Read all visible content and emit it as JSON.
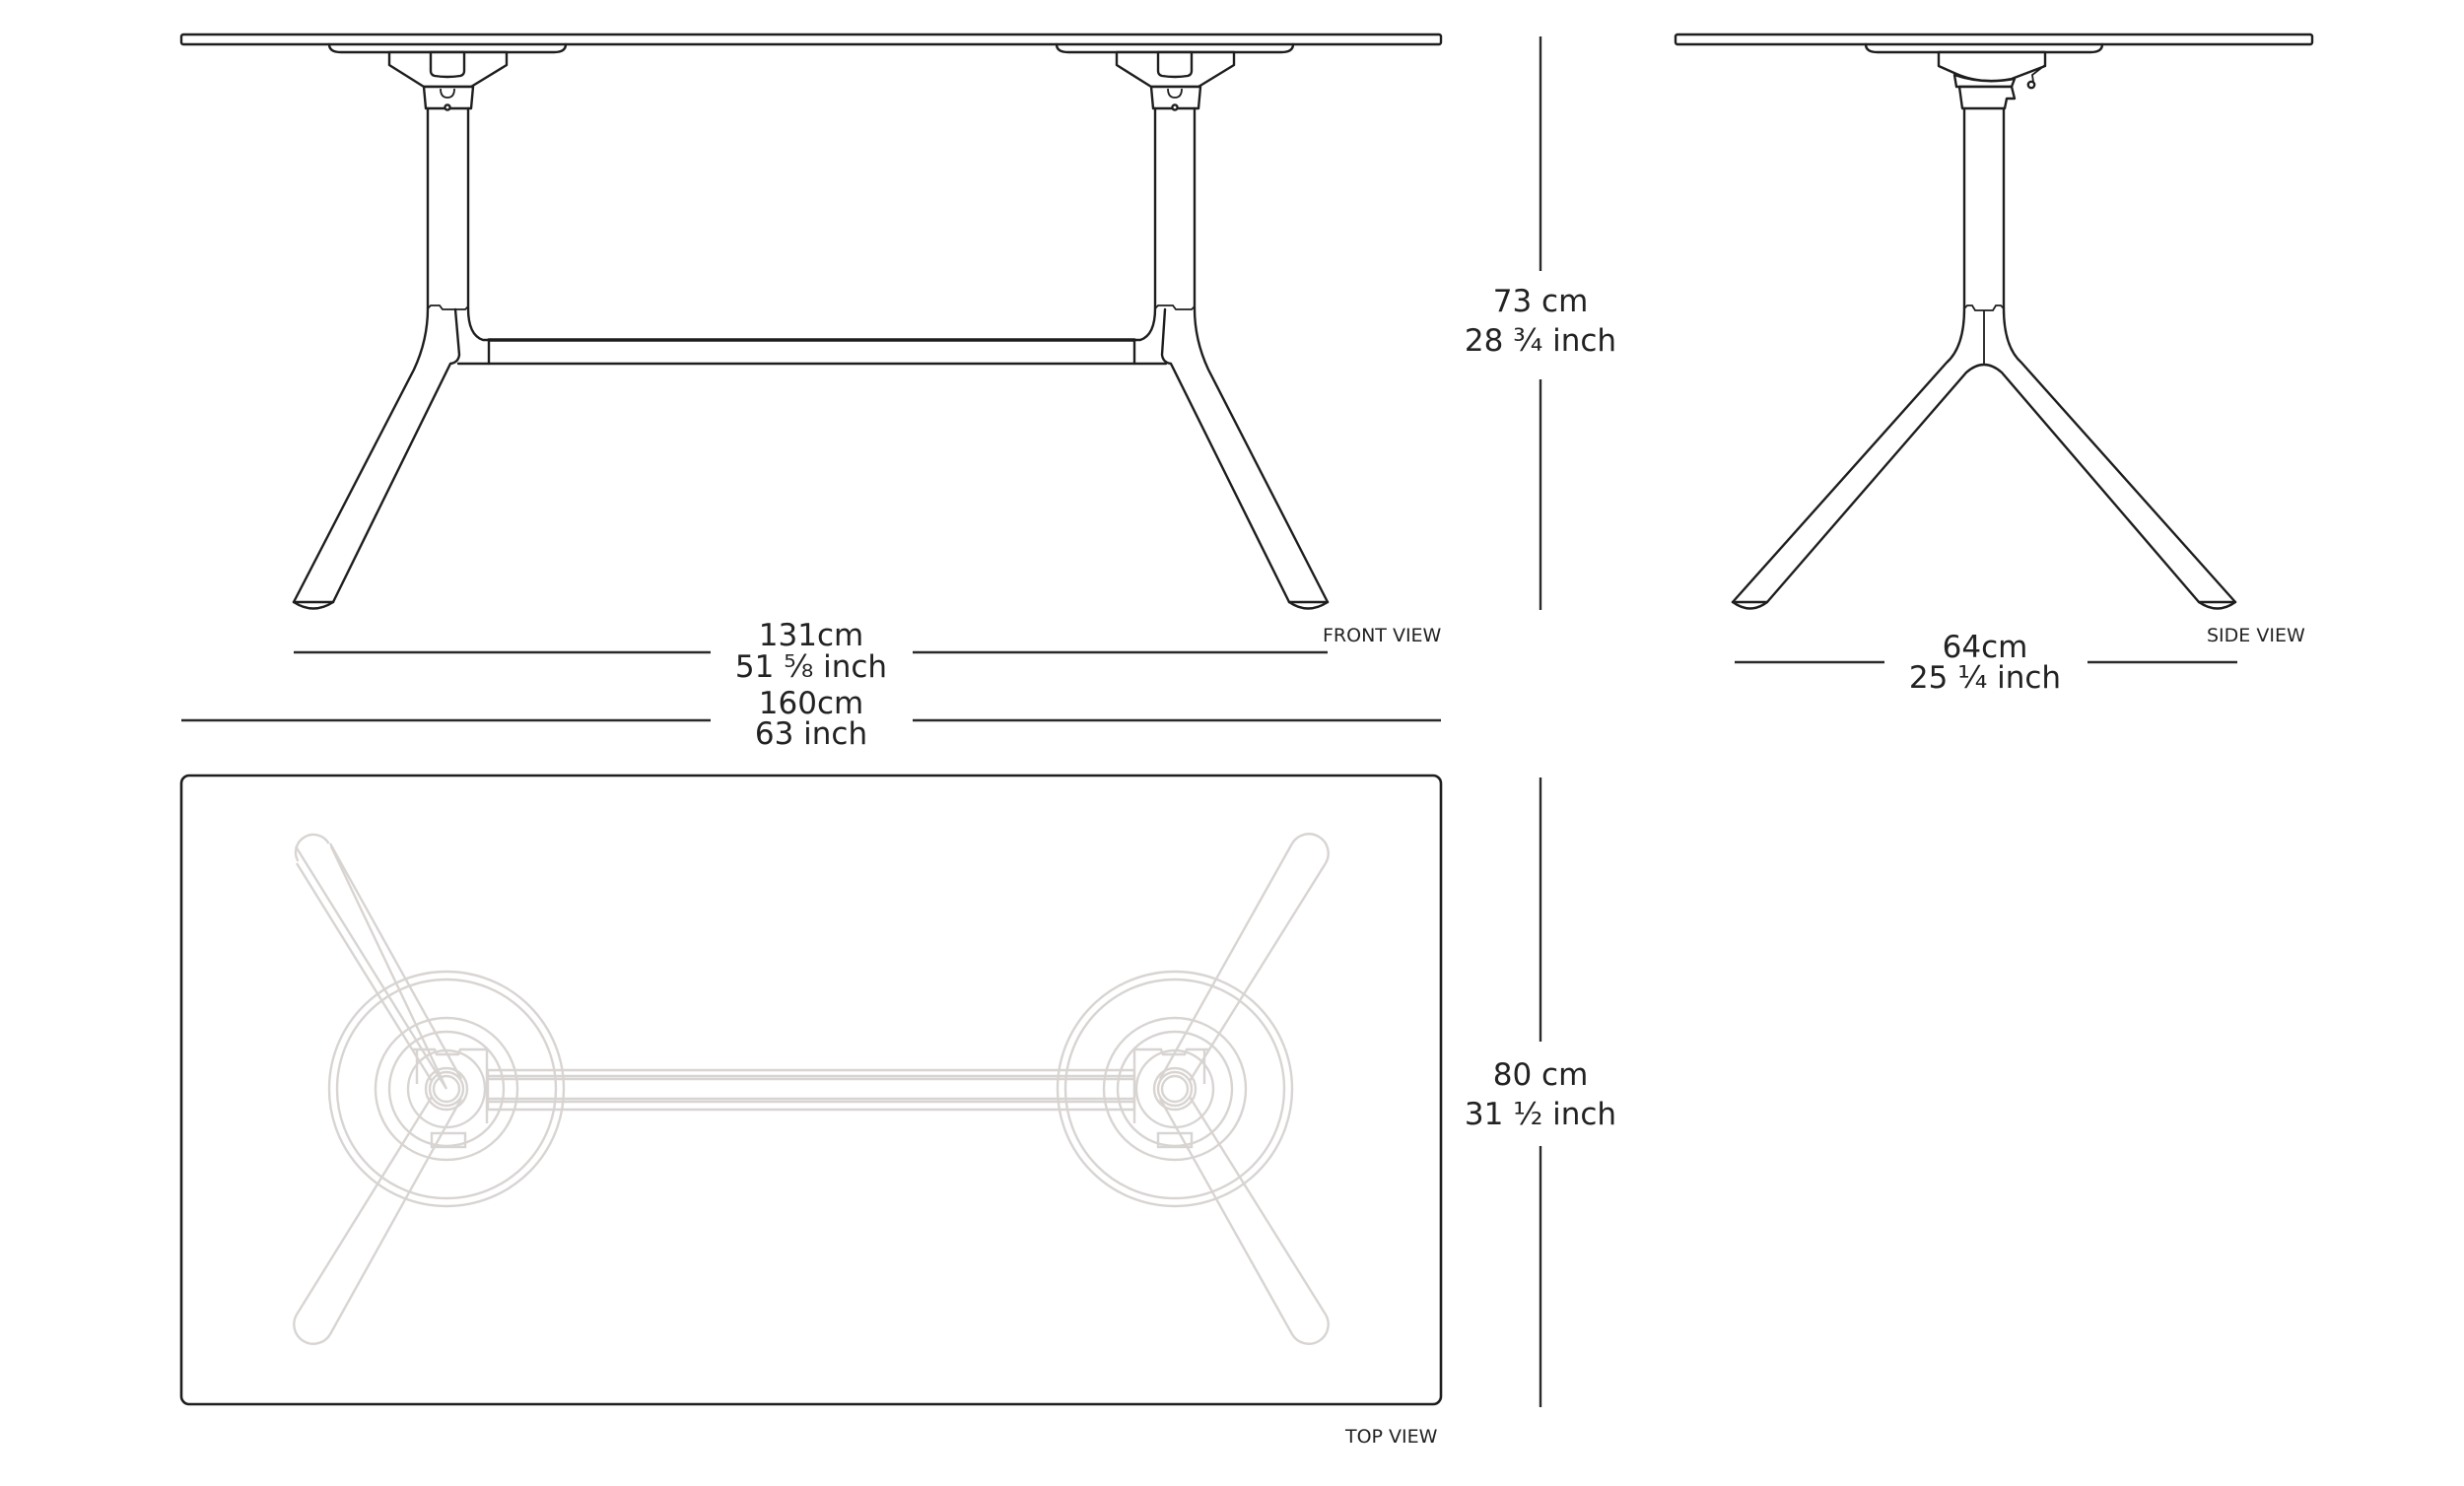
{
  "drawing": {
    "subject": "Folding rectangular table technical dimensions",
    "colors": {
      "line": "#1e1e1e",
      "ghost_line": "#d8d4d2",
      "text": "#222222",
      "background": "#ffffff"
    }
  },
  "views": {
    "front": {
      "label": "FRONT VIEW",
      "dimensions": {
        "height": {
          "cm": "73 cm",
          "inch": "28 ¾ inch"
        },
        "leg_span": {
          "cm": "131cm",
          "inch": "51 ⅝ inch"
        },
        "length": {
          "cm": "160cm",
          "inch": "63 inch"
        }
      }
    },
    "side": {
      "label": "SIDE VIEW",
      "dimensions": {
        "leg_span": {
          "cm": "64cm",
          "inch": "25 ¼ inch"
        }
      }
    },
    "top": {
      "label": "TOP VIEW",
      "dimensions": {
        "width": {
          "cm": "80 cm",
          "inch": "31 ½ inch"
        }
      }
    }
  }
}
